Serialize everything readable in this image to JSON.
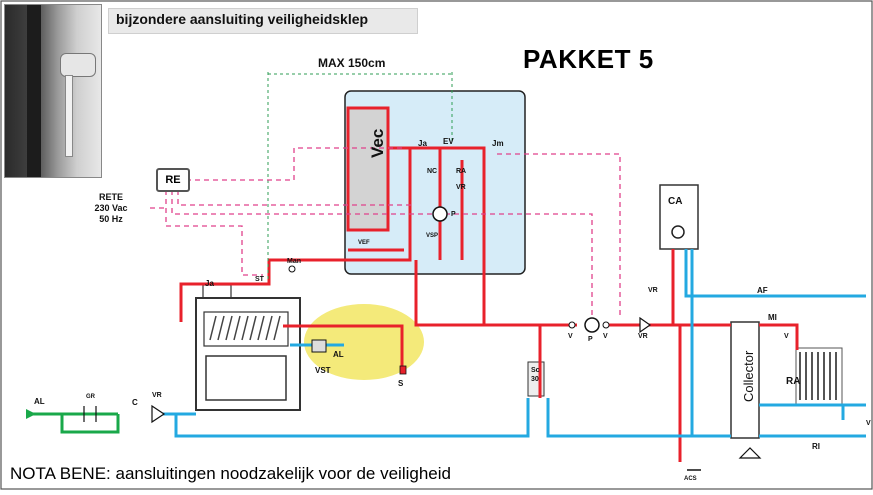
{
  "header": {
    "title": "bijzondere aansluiting veiligheidsklep",
    "package_title": "PAKKET 5",
    "dimension_label": "MAX 150cm"
  },
  "footer": {
    "note": "NOTA BENE: aansluitingen noodzakelijk voor de veiligheid"
  },
  "power": {
    "rete_line1": "RETE",
    "rete_line2": "230 Vac",
    "rete_line3": "50 Hz",
    "controller": "RE"
  },
  "components": {
    "vessel": "Vec",
    "boiler_ca": "CA",
    "collector": "Collector",
    "radiator": "RA",
    "valve_block": "Sc\n30"
  },
  "labels": {
    "ja1": "Ja",
    "ev": "EV",
    "jm": "Jm",
    "nc": "NC",
    "ra_small": "RA",
    "vr_small": "VR",
    "p_small": "P",
    "vef": "VEF",
    "vsp": "VSP",
    "man": "Man",
    "st": "ST",
    "ja2": "Ja",
    "al1": "AL",
    "vst": "VST",
    "s": "S",
    "al2": "AL",
    "gr": "GR",
    "c": "C",
    "vr1": "VR",
    "v1": "V",
    "p1": "P",
    "v2": "V",
    "vr2": "VR",
    "vr3": "VR",
    "af": "AF",
    "mi": "MI",
    "v3": "V",
    "v4": "V",
    "ri": "RI",
    "acs": "ACS"
  },
  "colors": {
    "hot_water": "#e8212b",
    "cold_water": "#23a9e1",
    "electric_dashed": "#e0428c",
    "dimension_dashed": "#2f9e55",
    "inlet_green": "#1aa84a",
    "unit_fill": "#d6ecf8",
    "highlight": "#f4ea7a"
  }
}
